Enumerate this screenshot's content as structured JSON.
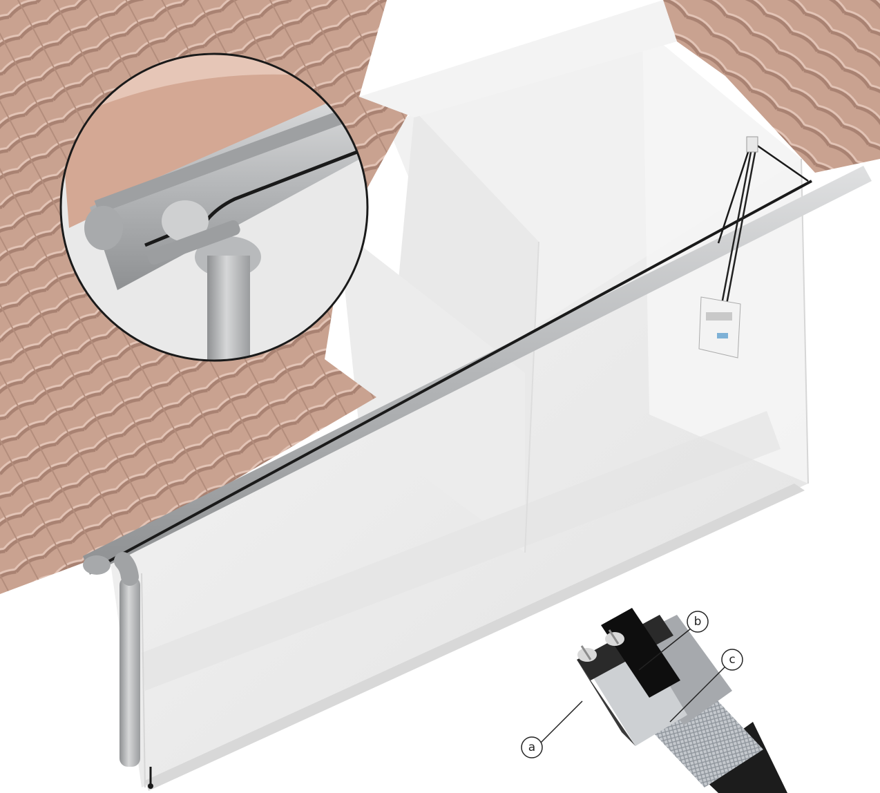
{
  "callouts": {
    "a": "a",
    "b": "b",
    "c": "c"
  },
  "colors": {
    "roof_tile": "#c9a290",
    "roof_tile_dark": "#a98272",
    "roof_tile_light": "#e3c4b6",
    "wall": "#eeeeee",
    "wall_shadow": "#dcdcdc",
    "gutter": "#bdbfc1",
    "gutter_dark": "#8e9092",
    "cable": "#1a1a1a",
    "copper": "#cfcfcf",
    "braid": "#b8bcc2"
  },
  "icons": {
    "gutter_detail": "magnified-gutter-icon",
    "control_box": "thermostat-control-box-icon",
    "cable_section": "heating-cable-cross-section-icon"
  }
}
